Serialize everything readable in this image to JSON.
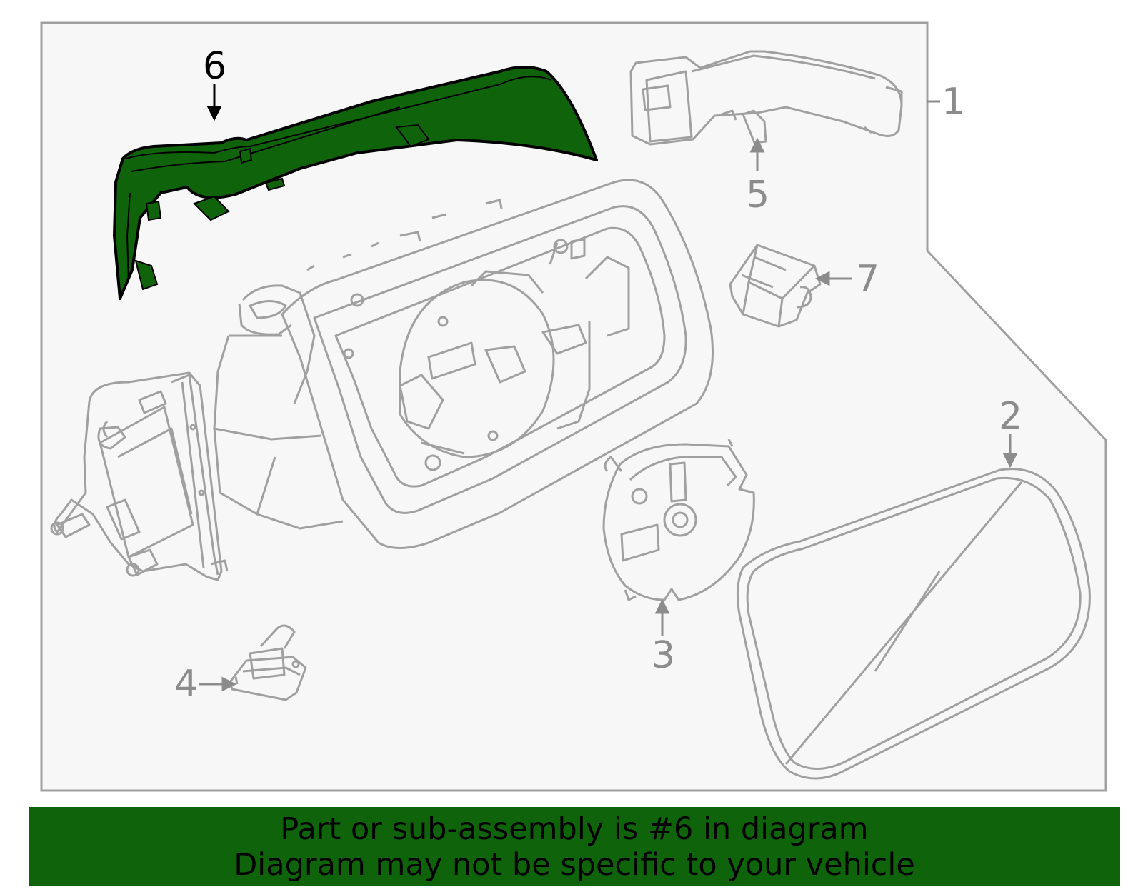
{
  "callouts": {
    "c1": "1",
    "c2": "2",
    "c3": "3",
    "c4": "4",
    "c5": "5",
    "c6": "6",
    "c7": "7"
  },
  "banner": {
    "line1": "Part or sub-assembly is #6 in diagram",
    "line2": "Diagram may not be specific to your vehicle"
  },
  "colors": {
    "highlight": "#0f630a",
    "line": "#a0a0a0",
    "panel_bg": "#f7f7f7",
    "active_label": "#000000",
    "inactive_label": "#8c8c8c"
  }
}
